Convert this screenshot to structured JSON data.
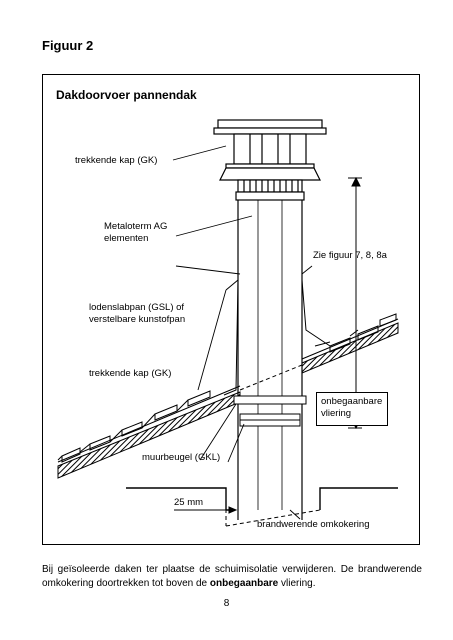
{
  "figure": {
    "title": "Figuur 2"
  },
  "diagram": {
    "title": "Dakdoorvoer pannendak",
    "labels": {
      "trekkende_kap_top": "trekkende kap (GK)",
      "metaloterm_line1": "Metaloterm AG",
      "metaloterm_line2": "elementen",
      "zie_figuur": "Zie figuur 7, 8, 8a",
      "loden_line1": "lodenslabpan (GSL) of",
      "loden_line2": "verstelbare kunstofpan",
      "trekkende_kap_bottom": "trekkende kap (GK)",
      "onbegaanbare_line1": "onbegaanbare",
      "onbegaanbare_line2": "vliering",
      "muurbeugel": "muurbeugel (GKL)",
      "distance_25mm": "25 mm",
      "brandwerende": "brandwerende omkokering"
    }
  },
  "caption": {
    "part1": "Bij geïsoleerde daken ter plaatse de schuimisolatie verwijderen. De brandwerende omkokering doortrekken tot boven de ",
    "bold": "onbegaanbare",
    "part2": " vliering."
  },
  "page_number": "8"
}
